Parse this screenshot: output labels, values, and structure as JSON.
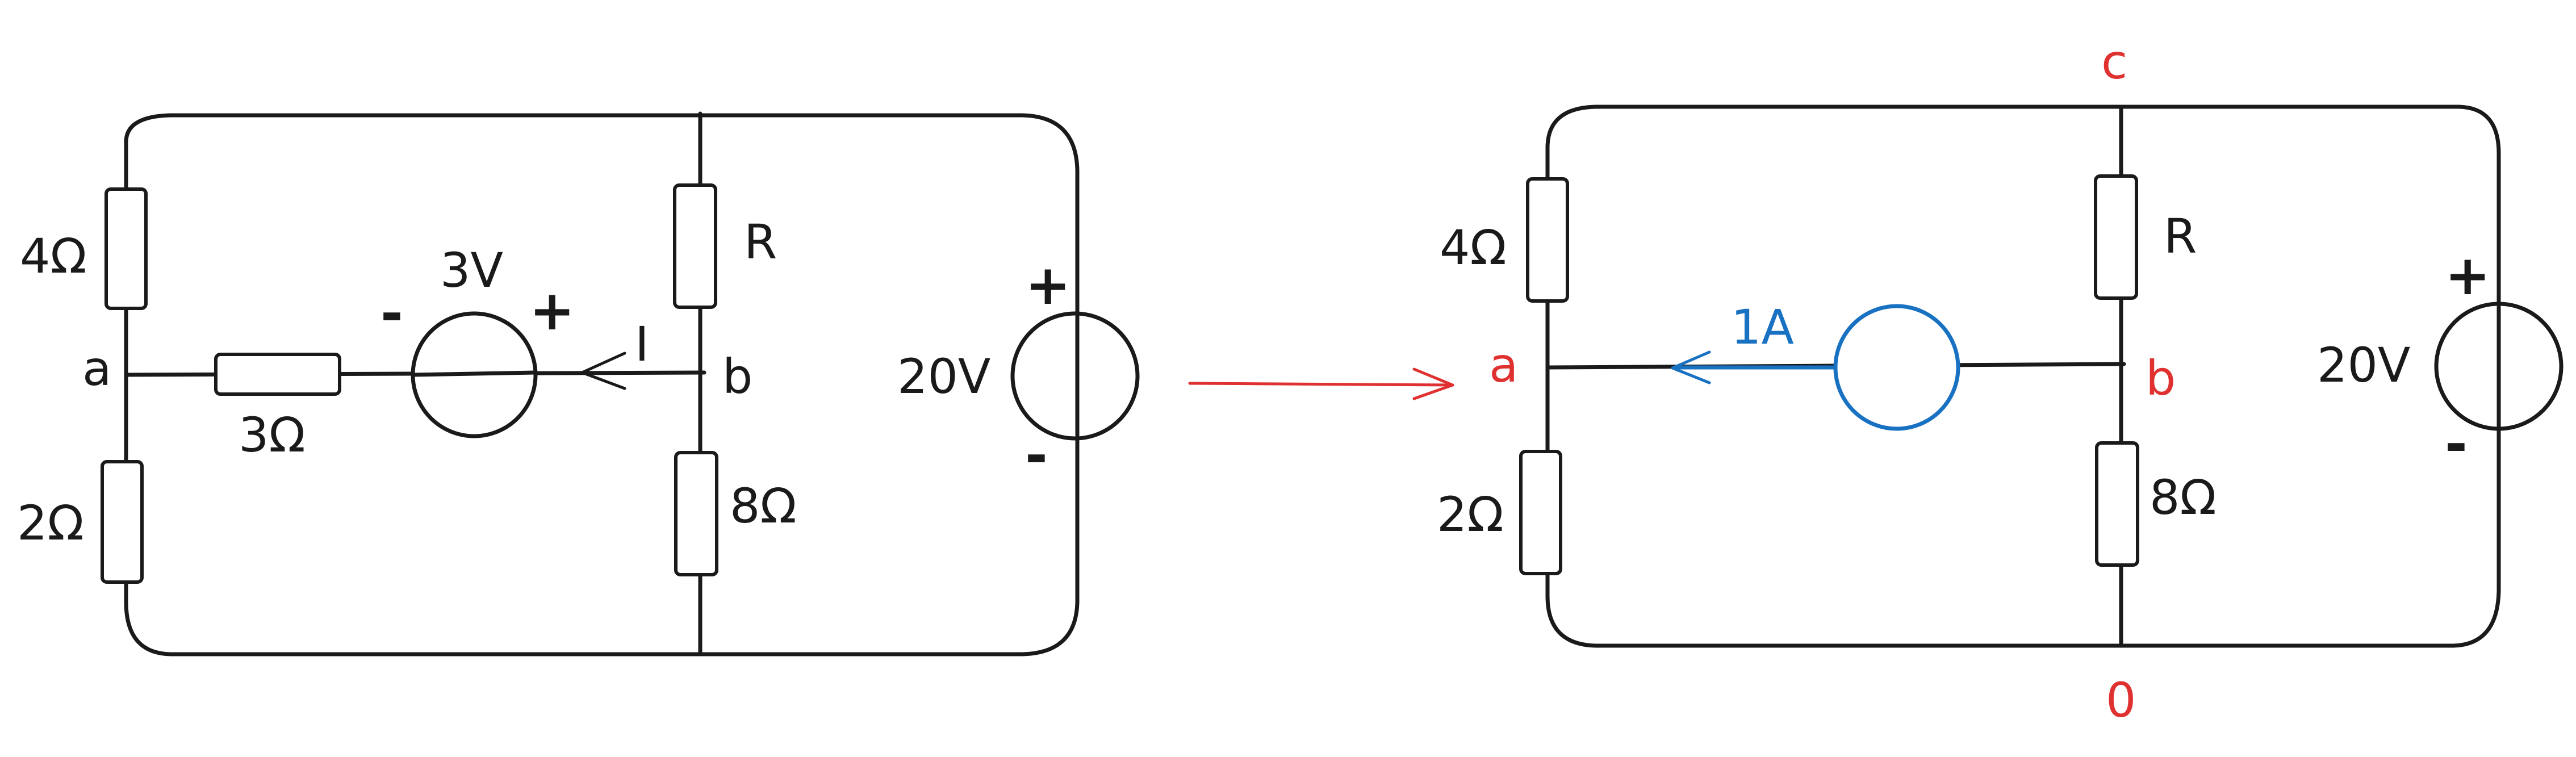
{
  "left_circuit": {
    "r_top_left": "4Ω",
    "r_bottom_left": "2Ω",
    "r_middle": "3Ω",
    "r_top_right": "R",
    "r_bottom_right": "8Ω",
    "node_a": "a",
    "node_b": "b",
    "source_label": "3V",
    "source_minus": "-",
    "source_plus": "+",
    "current_label": "I",
    "battery_label": "20V",
    "battery_plus": "+",
    "battery_minus": "-"
  },
  "right_circuit": {
    "r_top_left": "4Ω",
    "r_bottom_left": "2Ω",
    "r_top_right": "R",
    "r_bottom_right": "8Ω",
    "node_a": "a",
    "node_b": "b",
    "node_c": "c",
    "node_0": "0",
    "current_source_label": "1A",
    "battery_label": "20V",
    "battery_plus": "+",
    "battery_minus": "-"
  },
  "colors": {
    "ink": "#1a1a1a",
    "node_red": "#e03131",
    "source_blue": "#1971c2"
  }
}
